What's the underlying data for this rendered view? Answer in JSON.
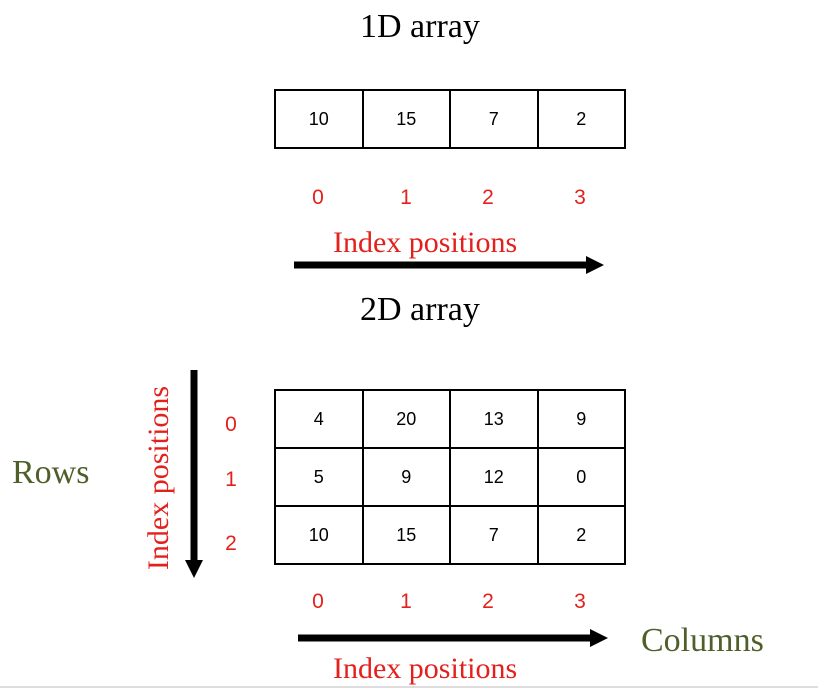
{
  "one_d": {
    "title": "1D array",
    "values": [
      "10",
      "15",
      "7",
      "2"
    ],
    "indices": [
      "0",
      "1",
      "2",
      "3"
    ],
    "axis_label": "Index positions"
  },
  "two_d": {
    "title": "2D array",
    "rows": [
      [
        "4",
        "20",
        "13",
        "9"
      ],
      [
        "5",
        "9",
        "12",
        "0"
      ],
      [
        "10",
        "15",
        "7",
        "2"
      ]
    ],
    "row_indices": [
      "0",
      "1",
      "2"
    ],
    "col_indices": [
      "0",
      "1",
      "2",
      "3"
    ],
    "rows_label": "Rows",
    "columns_label": "Columns",
    "row_axis_label": "Index positions",
    "col_axis_label": "Index positions"
  },
  "colors": {
    "index_red": "#e3201b",
    "label_green": "#4f5f2a",
    "ink": "#000000"
  }
}
